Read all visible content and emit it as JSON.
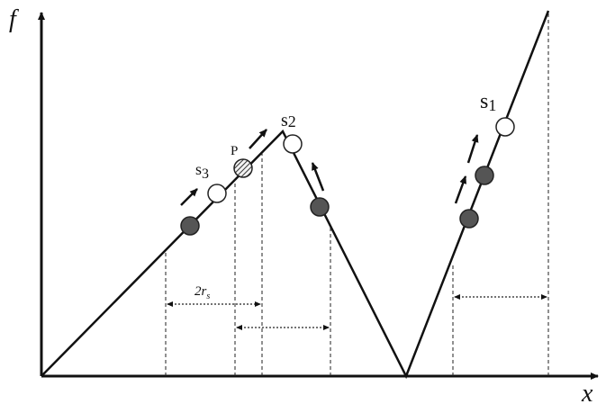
{
  "axes": {
    "y_label": "f",
    "x_label": "x"
  },
  "points": {
    "s1": {
      "base": "s",
      "sub": "1"
    },
    "s2": {
      "base": "s",
      "sub": "2"
    },
    "s3": {
      "base": "s",
      "sub": "3"
    },
    "p": {
      "label": "P"
    }
  },
  "annotations": {
    "radius": {
      "base": "2r",
      "sub": "s"
    }
  },
  "colors": {
    "line": "#111111",
    "filled_particle": "#555555",
    "open_particle": "#ffffff",
    "hatched_particle": "#777777"
  }
}
